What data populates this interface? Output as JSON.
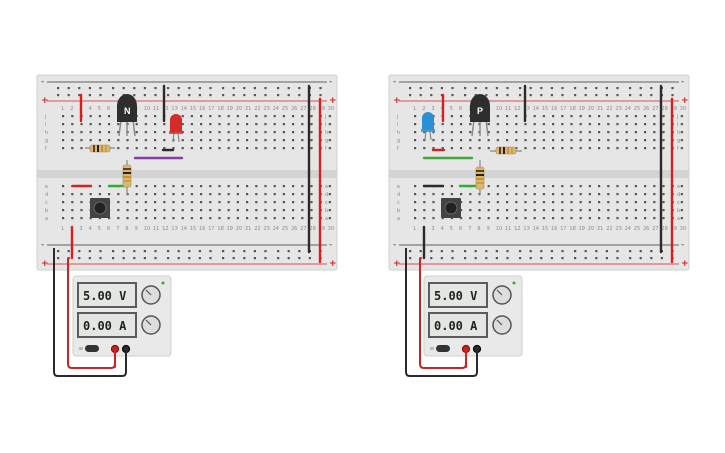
{
  "circuits": [
    {
      "transistor_label": "N",
      "supply": {
        "voltage": "5.00 V",
        "current": "0.00 A"
      }
    },
    {
      "transistor_label": "P",
      "supply": {
        "voltage": "5.00 V",
        "current": "0.00 A"
      }
    }
  ],
  "breadboard": {
    "rail_plus": "+",
    "rail_minus": "-",
    "row_letters_top": [
      "j",
      "i",
      "h",
      "g",
      "f"
    ],
    "row_letters_bottom": [
      "e",
      "d",
      "c",
      "b",
      "a"
    ],
    "column_numbers": [
      "1",
      "2",
      "3",
      "4",
      "5",
      "6",
      "7",
      "8",
      "9",
      "10",
      "11",
      "12",
      "13",
      "14",
      "15",
      "16",
      "17",
      "18",
      "19",
      "20",
      "21",
      "22",
      "23",
      "24",
      "25",
      "26",
      "27",
      "28",
      "29",
      "30"
    ]
  },
  "colors": {
    "wire_red": "#d32020",
    "wire_black": "#2a2a2a",
    "wire_green": "#3aaa35",
    "wire_purple": "#8a3aaa",
    "led_red": "#d42b2b",
    "led_blue": "#2b8fd4",
    "board": "#e6e6e6",
    "transistor": "#2e2e2e"
  }
}
